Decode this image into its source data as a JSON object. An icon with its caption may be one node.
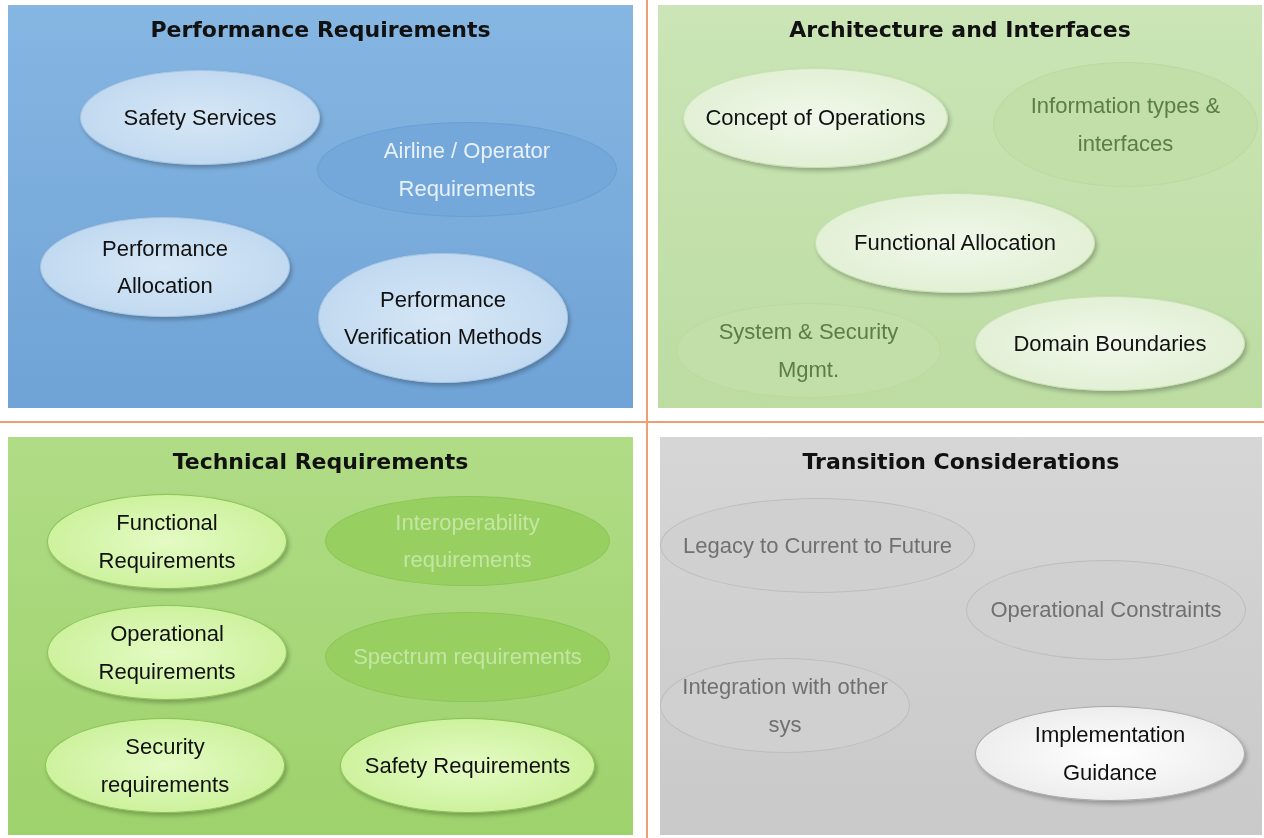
{
  "diagram": {
    "nodes": [
      {
        "text": [
          "Performance Requirements"
        ]
      },
      {
        "text": [
          "Safety Services"
        ],
        "in": 0
      },
      {
        "text": [
          "Airline / Operator Requirements"
        ],
        "in": 0
      },
      {
        "text": [
          "Performance Allocation"
        ],
        "in": 0
      },
      {
        "text": [
          "Performance Verification Methods"
        ],
        "in": 0
      },
      {
        "text": [
          "Architecture and Interfaces"
        ]
      },
      {
        "text": [
          "Concept of Operations"
        ],
        "in": 5
      },
      {
        "text": [
          "Information types & interfaces"
        ],
        "in": 5
      },
      {
        "text": [
          "Functional Allocation"
        ],
        "in": 5
      },
      {
        "text": [
          "System & Security Mgmt."
        ],
        "in": 5
      },
      {
        "text": [
          "Domain Boundaries"
        ],
        "in": 5
      },
      {
        "text": [
          "Technical Requirements"
        ]
      },
      {
        "text": [
          "Functional Requirements"
        ],
        "in": 11
      },
      {
        "text": [
          "Interoperability requirements"
        ],
        "in": 11
      },
      {
        "text": [
          "Operational Requirements"
        ],
        "in": 11
      },
      {
        "text": [
          "Spectrum requirements"
        ],
        "in": 11
      },
      {
        "text": [
          "Security requirements"
        ],
        "in": 11
      },
      {
        "text": [
          "Safety Requirements"
        ],
        "in": 11
      },
      {
        "text": [
          "Transition Considerations"
        ]
      },
      {
        "text": [
          "Legacy to Current to Future"
        ],
        "in": 18
      },
      {
        "text": [
          "Operational Constraints"
        ],
        "in": 18
      },
      {
        "text": [
          "Integration with other sys"
        ],
        "in": 18
      },
      {
        "text": [
          "Implementation Guidance"
        ],
        "in": 18
      }
    ]
  }
}
